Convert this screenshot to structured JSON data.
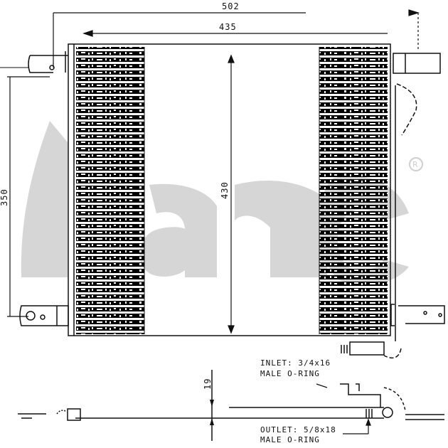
{
  "drawing": {
    "type": "condenser-technical-drawing",
    "watermark": {
      "text": "acr",
      "registered_mark": "®",
      "color": "#d9d9d9"
    },
    "dimensions": {
      "overall_width": "502",
      "core_width": "435",
      "core_height": "430",
      "mount_height": "350",
      "core_thickness": "19"
    },
    "fittings": {
      "inlet": {
        "line1": "INLET: 3/4x16",
        "line2": "MALE O-RING"
      },
      "outlet": {
        "line1": "OUTLET: 5/8x18",
        "line2": "MALE O-RING"
      }
    },
    "colors": {
      "line": "#111111",
      "fin": "#000000",
      "background": "#ffffff"
    }
  }
}
